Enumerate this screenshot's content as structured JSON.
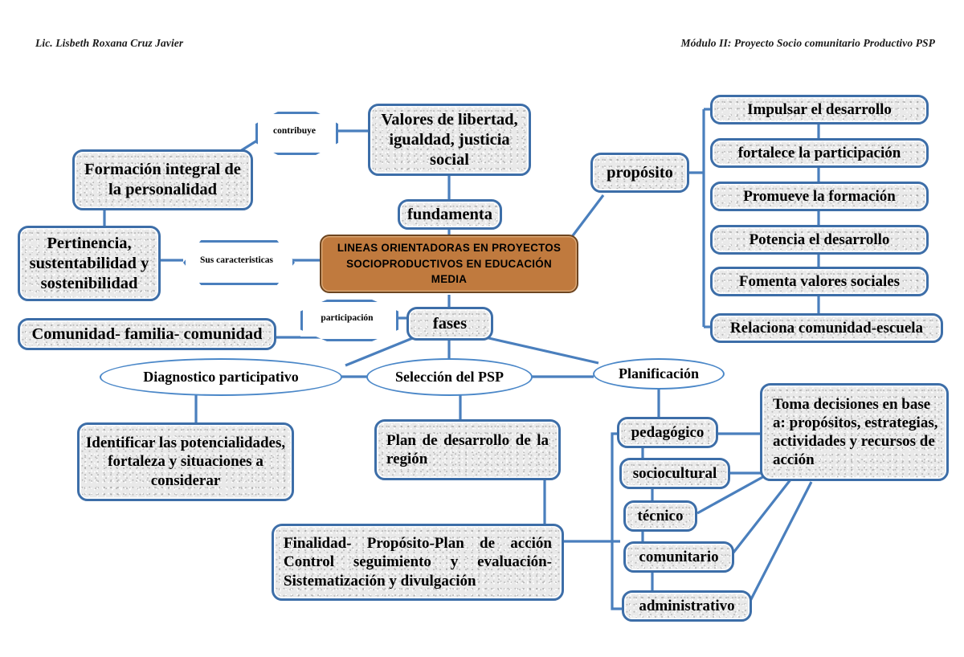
{
  "header": {
    "left": "Lic. Lisbeth Roxana Cruz Javier",
    "right": "Módulo II: Proyecto Socio comunitario Productivo PSP"
  },
  "colors": {
    "node_border": "#3d6ea8",
    "node_fill": "#e9e9e9",
    "connector": "#4a7fbd",
    "ellipse_border": "#4a87c8",
    "center_fill": "#c27a3e",
    "center_border": "#6d4520"
  },
  "center": {
    "label": "LINEAS ORIENTADORAS EN PROYECTOS SOCIOPRODUCTIVOS EN EDUCACIÓN MEDIA"
  },
  "link_labels": {
    "contribuye": "contribuye",
    "caracteristicas": "Sus caracteristicas",
    "participacion": "participación"
  },
  "nodes": {
    "formacion": "Formación integral de la personalidad",
    "pertinencia": "Pertinencia, sustentabilidad y sostenibilidad",
    "valores": "Valores de libertad, igualdad, justicia social",
    "fundamenta": "fundamenta",
    "proposito": "propósito",
    "comunidad": "Comunidad- familia- comunidad",
    "fases": "fases",
    "identificar": "Identificar las potencialidades, fortaleza y situaciones a considerar",
    "plan_region": "Plan de desarrollo de la región",
    "finalidad": "Finalidad- Propósito-Plan de acción Control seguimiento y evaluación- Sistematización y divulgación",
    "toma_decisiones": "Toma decisiones en base a: propósitos, estrategias, actividades y recursos de acción"
  },
  "proposito_items": [
    "Impulsar el desarrollo",
    "fortalece la participación",
    "Promueve la formación",
    "Potencia el desarrollo",
    "Fomenta valores sociales",
    "Relaciona comunidad-escuela"
  ],
  "fases_items": [
    "Diagnostico participativo",
    "Selección del PSP",
    "Planificación"
  ],
  "planificacion_items": [
    "pedagógico",
    "sociocultural",
    "técnico",
    "comunitario",
    "administrativo"
  ]
}
